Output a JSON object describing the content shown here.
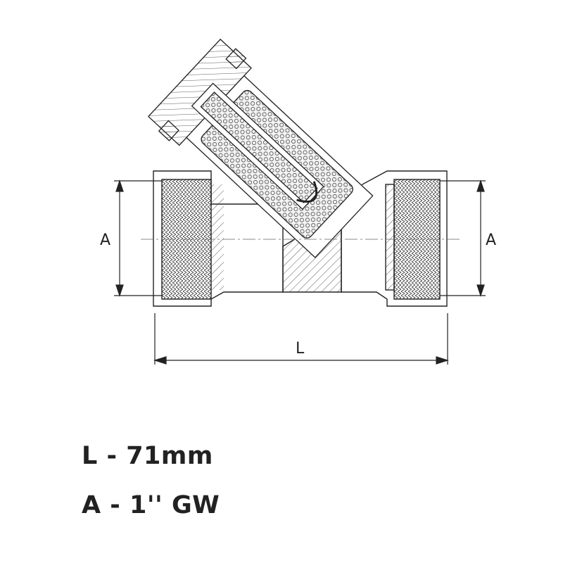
{
  "diagram": {
    "dimension_labels": {
      "left_a": "A",
      "right_a": "A",
      "length": "L"
    }
  },
  "specs": [
    {
      "text": "L - 71mm"
    },
    {
      "text": "A - 1'' GW"
    }
  ]
}
